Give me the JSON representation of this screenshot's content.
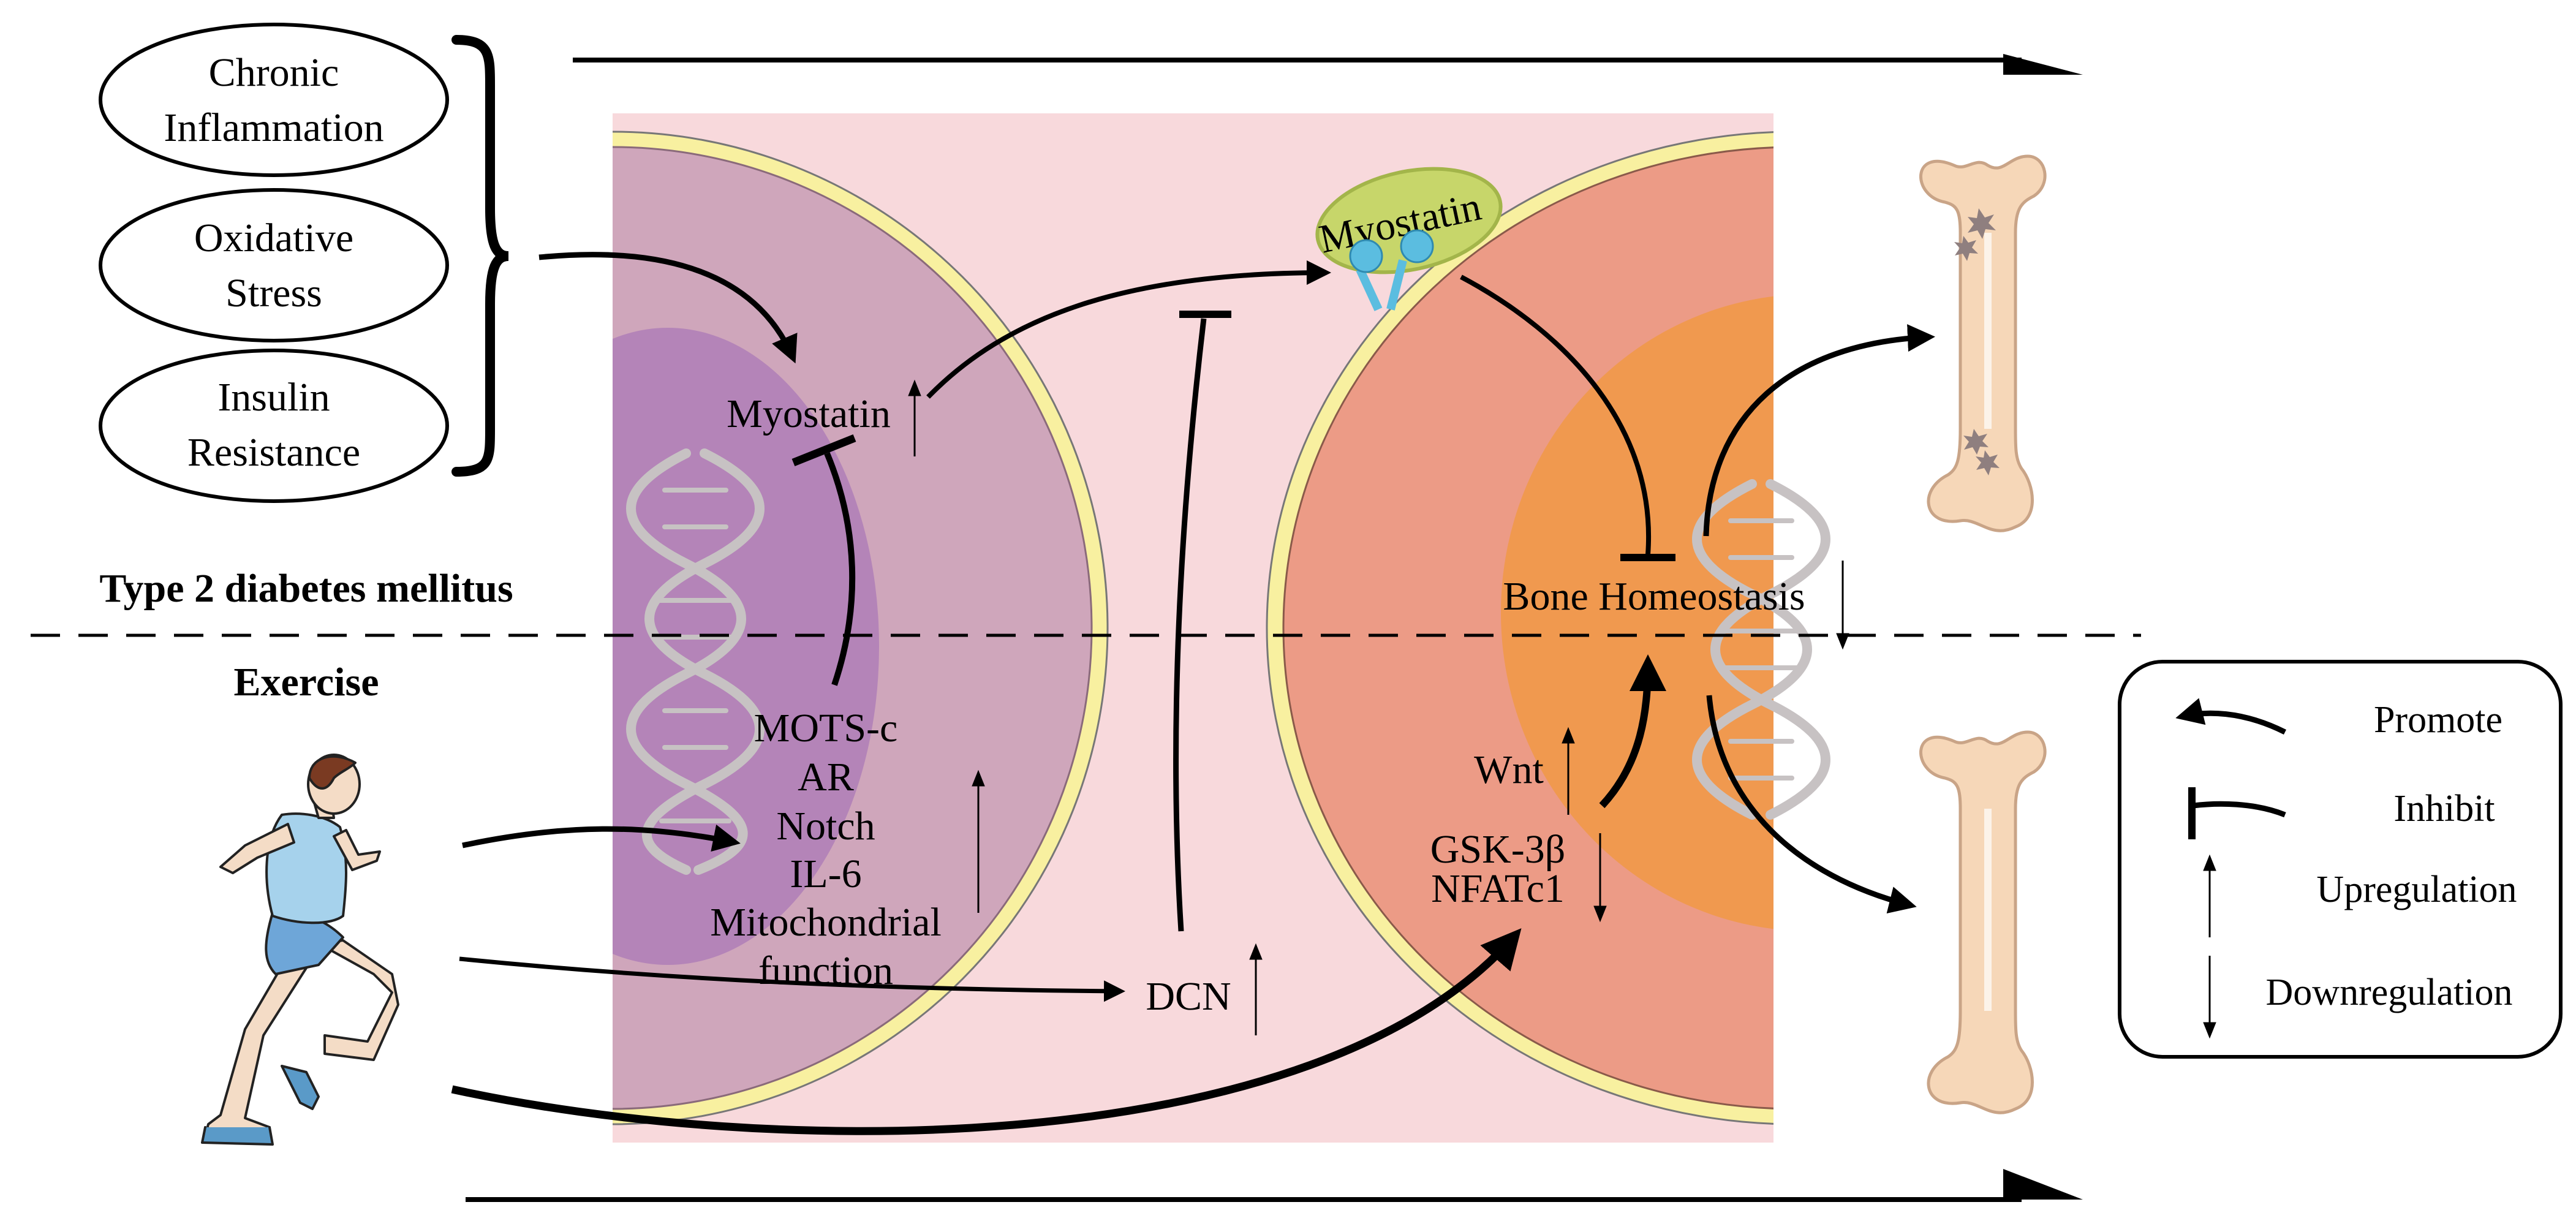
{
  "colors": {
    "background": "#f8d9dc",
    "left_cell": "#cfa6bb",
    "left_nucleus": "#b484b8",
    "right_cell": "#ec9b86",
    "right_nucleus": "#f0994f",
    "membrane": "#f8f0a0",
    "myostatin_ellipse": "#c7d66a",
    "receptor": "#5bbde0",
    "bone": "#f6d7b8",
    "dna": "#c7c2c3",
    "arrow": "#000000"
  },
  "stress_factors": [
    {
      "lines": [
        "Chronic",
        "Inflammation"
      ]
    },
    {
      "lines": [
        "Oxidative",
        "Stress"
      ]
    },
    {
      "lines": [
        "Insulin",
        "Resistance"
      ]
    }
  ],
  "sections": {
    "top": "Type 2 diabetes mellitus",
    "bottom": "Exercise"
  },
  "muscle": {
    "myostatin": "Myostatin",
    "exercise_factors": [
      "MOTS-c",
      "AR",
      "Notch",
      "IL-6",
      "Mitochondrial",
      "function"
    ]
  },
  "secreted": {
    "myostatin": "Myostatin",
    "dcn": "DCN"
  },
  "bone_cell": {
    "homeostasis": "Bone Homeostasis",
    "wnt": "Wnt",
    "gsk": "GSK-3β",
    "nfatc1": "NFATc1"
  },
  "legend": {
    "promote": "Promote",
    "inhibit": "Inhibit",
    "up": "Upregulation",
    "down": "Downregulation"
  }
}
